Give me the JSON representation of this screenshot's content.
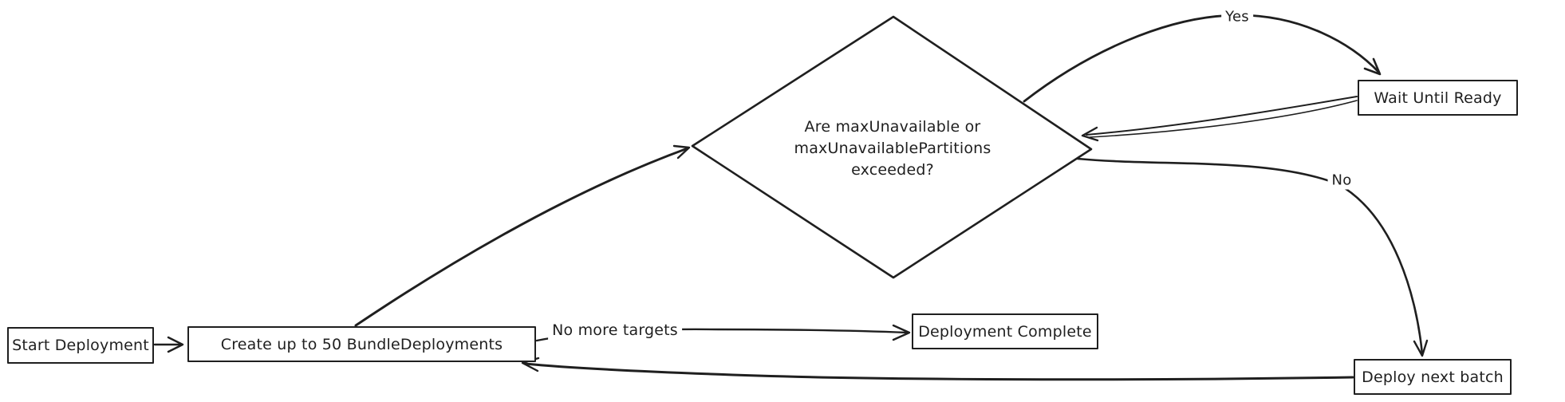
{
  "colors": {
    "stroke": "#1f1f1f",
    "background": "#ffffff"
  },
  "diagram": {
    "type": "flowchart",
    "style": "hand-drawn",
    "nodes": {
      "start": {
        "shape": "rect",
        "label": "Start Deployment"
      },
      "create": {
        "shape": "rect",
        "label": "Create up to 50 BundleDeployments"
      },
      "decision": {
        "shape": "diamond",
        "line1": "Are maxUnavailable or",
        "line2": "maxUnavailablePartitions",
        "line3": "exceeded?"
      },
      "wait": {
        "shape": "rect",
        "label": "Wait Until Ready"
      },
      "complete": {
        "shape": "rect",
        "label": "Deployment Complete"
      },
      "deploy": {
        "shape": "rect",
        "label": "Deploy next batch"
      }
    },
    "edges": {
      "start_to_create": {
        "from": "start",
        "to": "create",
        "label": ""
      },
      "create_to_decision": {
        "from": "create",
        "to": "decision",
        "label": ""
      },
      "create_to_complete": {
        "from": "create",
        "to": "complete",
        "label": "No more targets"
      },
      "decision_to_wait": {
        "from": "decision",
        "to": "wait",
        "label": "Yes"
      },
      "wait_to_decision": {
        "from": "wait",
        "to": "decision",
        "label": ""
      },
      "decision_to_deploy": {
        "from": "decision",
        "to": "deploy",
        "label": "No"
      },
      "deploy_to_create": {
        "from": "deploy",
        "to": "create",
        "label": ""
      }
    }
  }
}
